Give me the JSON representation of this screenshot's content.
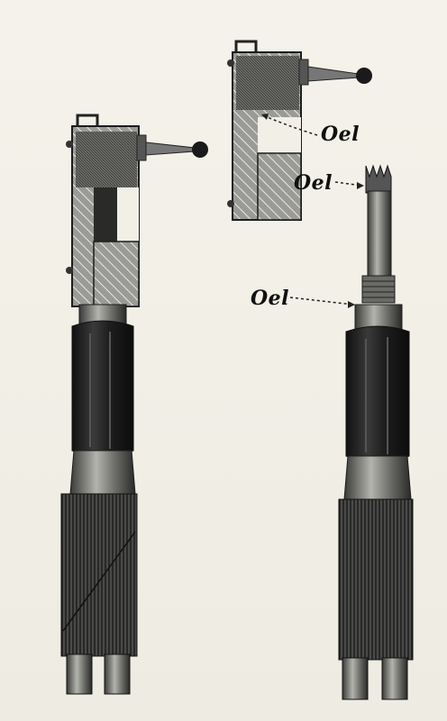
{
  "labels": {
    "oel_upper": "Oel",
    "oel_middle": "Oel",
    "oel_lower": "Oel"
  },
  "colors": {
    "ink": "#1c1c1c",
    "paper": "#f1efe6",
    "metal": "#8a8a86",
    "rubber": "#2a2a2a"
  }
}
